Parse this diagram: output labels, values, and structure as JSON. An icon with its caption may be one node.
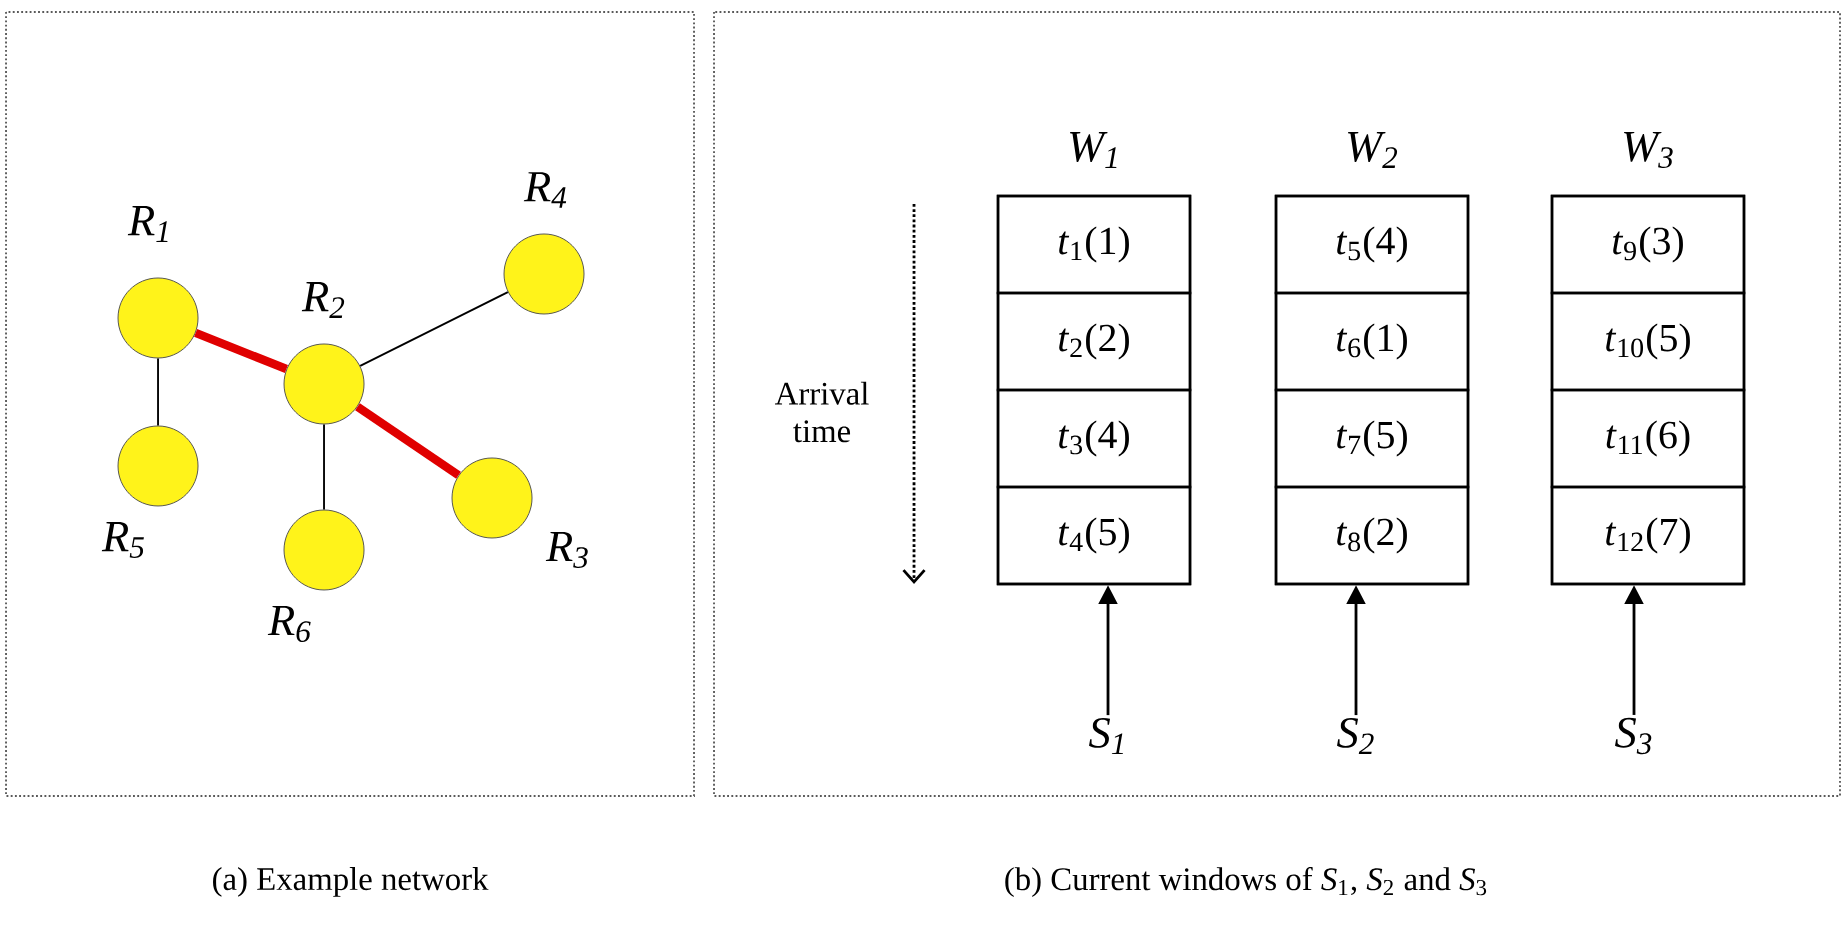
{
  "diagram": {
    "nodes": [
      {
        "text": [
          "R$_{1}$"
        ]
      },
      {
        "text": [
          "R$_{2}$"
        ]
      },
      {
        "text": [
          "R$_{3}$"
        ]
      },
      {
        "text": [
          "R$_{4}$"
        ]
      },
      {
        "text": [
          "R$_{5}$"
        ]
      },
      {
        "text": [
          "R$_{6}$"
        ]
      },
      {
        "text": [
          "W$_{1}$"
        ]
      },
      {
        "text": [
          "*t*$_{1}$(1)"
        ],
        "in": 6
      },
      {
        "text": [
          "*t*$_{2}$(2)"
        ],
        "in": 6
      },
      {
        "text": [
          "*t*$_{3}$(4)"
        ],
        "in": 6
      },
      {
        "text": [
          "*t*$_{4}$(5)"
        ],
        "in": 6
      },
      {
        "text": [
          "W$_{2}$"
        ]
      },
      {
        "text": [
          "*t*$_{5}$(4)"
        ],
        "in": 11
      },
      {
        "text": [
          "*t*$_{6}$(1)"
        ],
        "in": 11
      },
      {
        "text": [
          "*t*$_{7}$(5)"
        ],
        "in": 11
      },
      {
        "text": [
          "*t*$_{8}$(2)"
        ],
        "in": 11
      },
      {
        "text": [
          "W$_{3}$"
        ]
      },
      {
        "text": [
          "*t*$_{9}$(3)"
        ],
        "in": 16
      },
      {
        "text": [
          "*t*$_{10}$(5)"
        ],
        "in": 16
      },
      {
        "text": [
          "*t*$_{11}$(6)"
        ],
        "in": 16
      },
      {
        "text": [
          "*t*$_{12}$(7)"
        ],
        "in": 16
      },
      {
        "text": [
          "S$_{1}$"
        ]
      },
      {
        "text": [
          "S$_{2}$"
        ]
      },
      {
        "text": [
          "S$_{3}$"
        ]
      }
    ],
    "edges": [
      {
        "from": 0,
        "to": 1,
        "arrow": "none",
        "style": "thick",
        "color": "#e00000"
      },
      {
        "from": 1,
        "to": 3,
        "arrow": "none"
      },
      {
        "from": 1,
        "to": 2,
        "arrow": "none",
        "style": "thick",
        "color": "#e00000"
      },
      {
        "from": 0,
        "to": 4,
        "arrow": "none"
      },
      {
        "from": 1,
        "to": 5,
        "arrow": "none"
      },
      {
        "from": 21,
        "to": 6,
        "arrow": "to"
      },
      {
        "from": 22,
        "to": 11,
        "arrow": "to"
      },
      {
        "from": 23,
        "to": 16,
        "arrow": "to"
      }
    ],
    "labels": [
      "Arrival time",
      "(a) Example network",
      "(b) Current windows of *S*$_{1}$, *S*$_{2}$ and *S*$_{3}$"
    ]
  }
}
